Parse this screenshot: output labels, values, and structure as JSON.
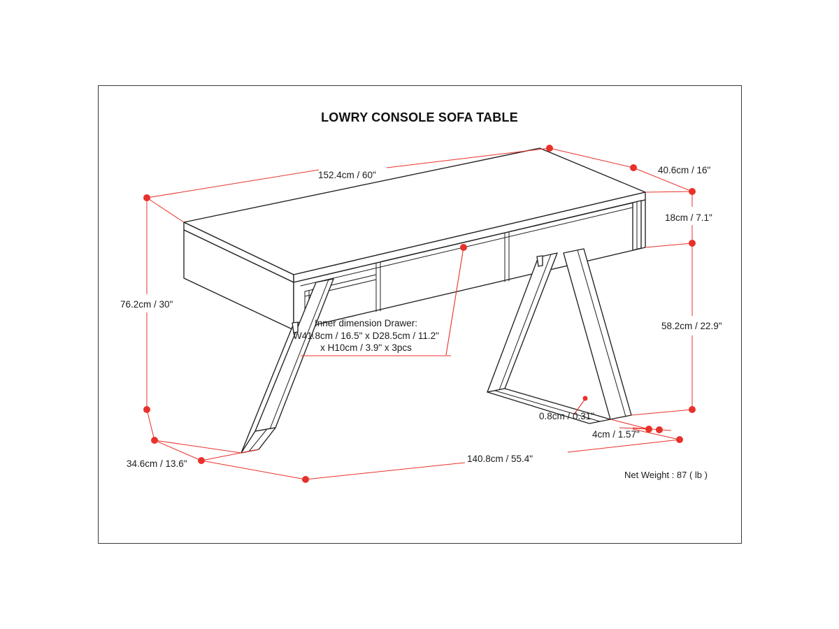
{
  "page": {
    "title": "LOWRY CONSOLE SOFA TABLE",
    "background_color": "#ffffff",
    "frame_border_color": "#3a3a3a",
    "dimension_line_color": "#e8312a",
    "product_line_color": "#231f20"
  },
  "dimensions": {
    "width_top": "152.4cm / 60\"",
    "depth_top": "40.6cm / 16\"",
    "apron_height": "18cm / 7.1\"",
    "total_height": "76.2cm / 30\"",
    "leg_height": "58.2cm / 22.9\"",
    "leg_thickness": "0.8cm / 0.31\"",
    "foot_width": "4cm / 1.57\"",
    "foot_depth": "34.6cm / 13.6\"",
    "foot_span": "140.8cm / 55.4\""
  },
  "drawer_note": {
    "line1": "Inner dimension Drawer:",
    "line2": "W41.8cm / 16.5\" x D28.5cm / 11.2\"",
    "line3": "x H10cm / 3.9\" x 3pcs"
  },
  "net_weight": {
    "label": "Net Weight : 87 ( lb )"
  }
}
